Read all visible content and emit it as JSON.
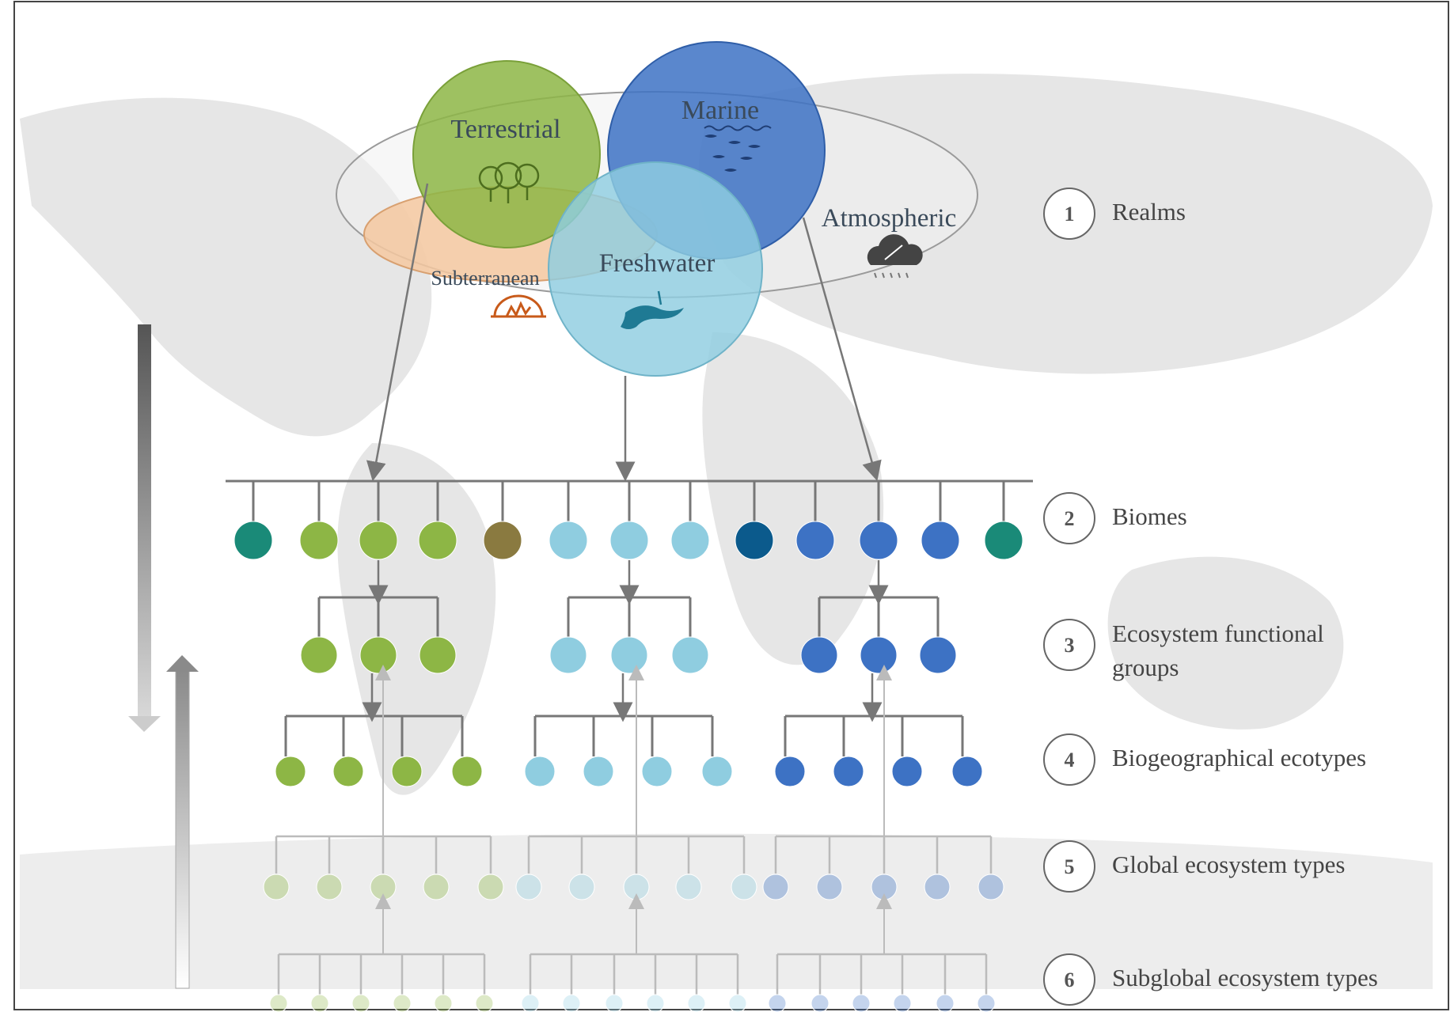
{
  "realms": {
    "terrestrial": "Terrestrial",
    "marine": "Marine",
    "atmospheric": "Atmospheric",
    "subterranean": "Subterranean",
    "freshwater": "Freshwater"
  },
  "levels": [
    {
      "num": "1",
      "label": "Realms"
    },
    {
      "num": "2",
      "label": "Biomes"
    },
    {
      "num": "3",
      "label_line1": "Ecosystem  functional",
      "label_line2": "groups"
    },
    {
      "num": "4",
      "label": "Biogeographical  ecotypes"
    },
    {
      "num": "5",
      "label": "Global  ecosystem  types"
    },
    {
      "num": "6",
      "label": "Subglobal  ecosystem  types"
    }
  ],
  "colors": {
    "terrestrial": "#8db645",
    "marine": "#3d72c4",
    "freshwater": "#8fcde0",
    "subterranean": "#f5c8a0",
    "atmospheric": "#e6e6e6",
    "teal": "#1a8a78",
    "brown": "#8a7a40",
    "darkblue": "#0b5a8c",
    "connector": "#777777",
    "map": "#e4e4e4"
  },
  "icons": [
    "tree-icon",
    "fish-icon",
    "cloud-rain-icon",
    "cave-icon",
    "river-icon"
  ]
}
